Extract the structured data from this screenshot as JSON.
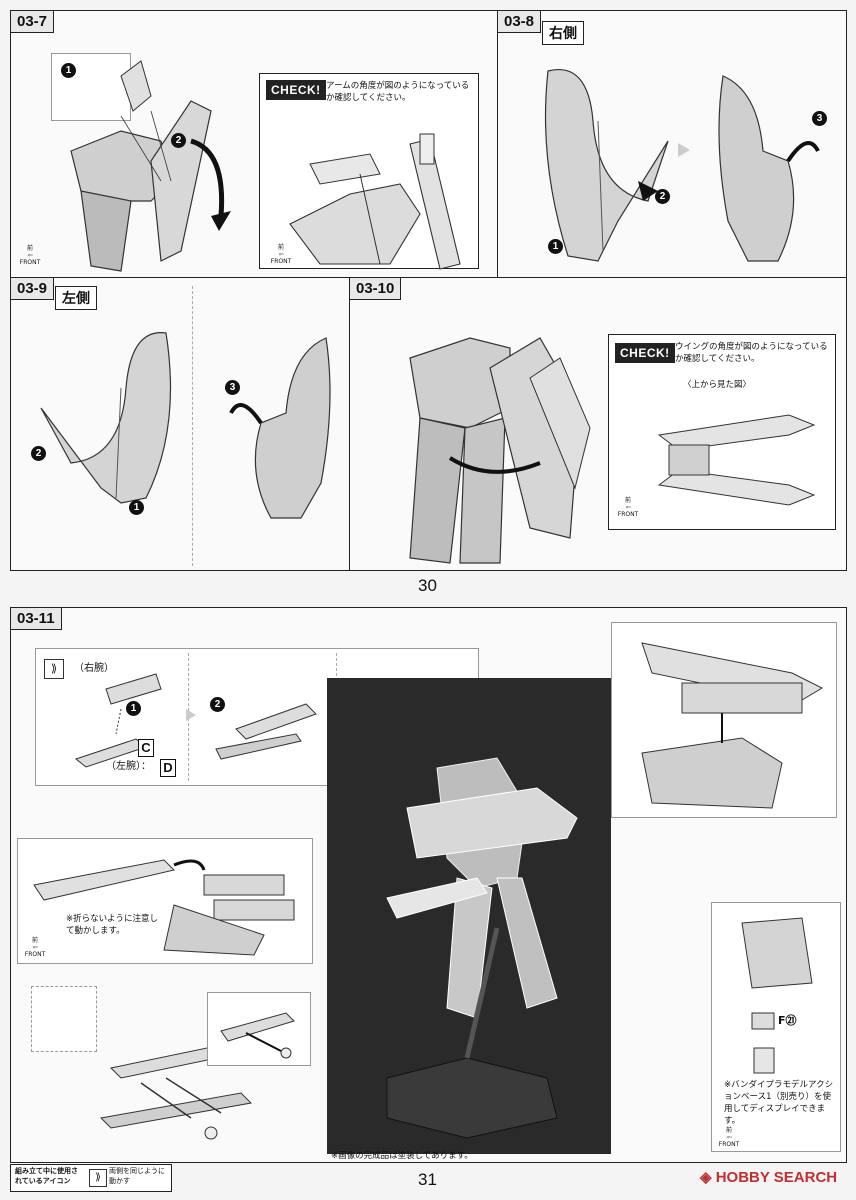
{
  "page_top": {
    "steps": {
      "s03_7": {
        "label": "03-7"
      },
      "s03_8": {
        "label": "03-8",
        "side": "右側"
      },
      "s03_9": {
        "label": "03-9",
        "side": "左側"
      },
      "s03_10": {
        "label": "03-10"
      }
    },
    "check_arm": {
      "badge": "CHECK!",
      "text": "アームの角度が図のようになっているか確認してください。"
    },
    "check_wing": {
      "badge": "CHECK!",
      "text": "ウイングの角度が図のようになっているか確認してください。",
      "caption": "〈上から見た図〉"
    },
    "front_label": "FRONT",
    "front_kanji": "前",
    "page_number": "30"
  },
  "page_bottom": {
    "step": {
      "label": "03-11"
    },
    "right_arm": "（右腕）",
    "left_arm": "（左腕）：",
    "part_c": "C",
    "part_d": "D",
    "fold_note": "※折らないように注意して動かします。",
    "part_f": "F㉑",
    "base_note": "※バンダイプラモデルアクションベース1（別売り）を使用してディスプレイできます。",
    "paint_note": "※画像の完成品は塗装してあります。",
    "footer_left": "組み立て中に使用されているアイコン",
    "footer_icon_label": "両側を同じように動かす",
    "front_label": "FRONT",
    "front_kanji": "前",
    "page_number": "31",
    "watermark": "HOBBY SEARCH"
  }
}
